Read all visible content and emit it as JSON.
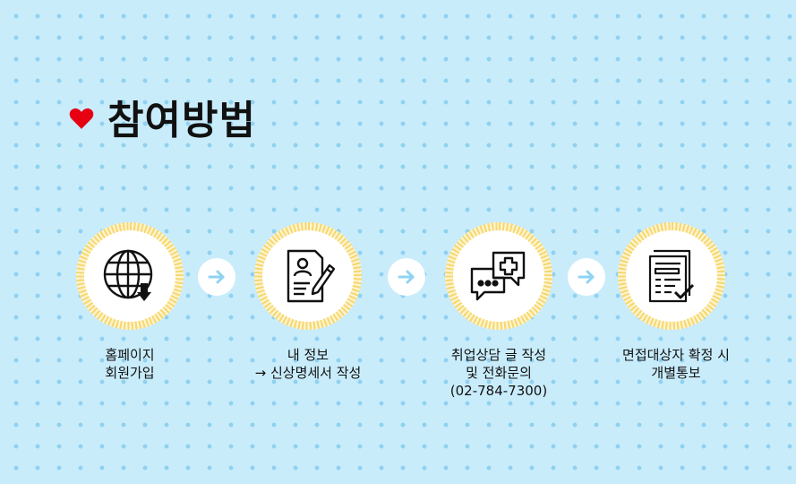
{
  "header": {
    "title": "참여방법",
    "icon": "heart-icon",
    "heart_color": "#e60012"
  },
  "colors": {
    "background": "#c9ecfb",
    "dots": "#8fd1f0",
    "ring": "#f6d874",
    "arrow": "#8fd3f3"
  },
  "steps": [
    {
      "icon": "globe-download-icon",
      "lines": [
        "홈페이지",
        "회원가입"
      ]
    },
    {
      "icon": "resume-writing-icon",
      "lines": [
        "내 정보",
        "→ 신상명세서 작성"
      ]
    },
    {
      "icon": "consultation-chat-icon",
      "lines": [
        "취업상담 글 작성",
        "및 전화문의",
        "(02-784-7300)"
      ]
    },
    {
      "icon": "checklist-document-icon",
      "lines": [
        "면접대상자 확정 시",
        "개별통보"
      ]
    }
  ]
}
